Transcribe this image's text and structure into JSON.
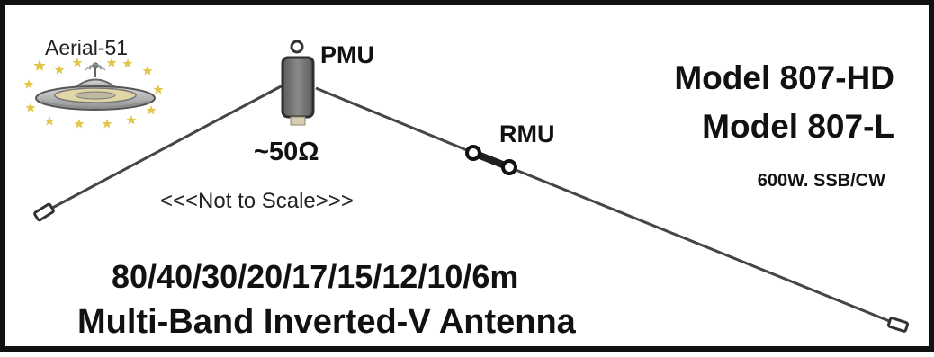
{
  "logo": {
    "text": "Aerial-51"
  },
  "components": {
    "pmu": "PMU",
    "rmu": "RMU",
    "impedance": "~50Ω"
  },
  "note": {
    "scale": "<<<Not to Scale>>>"
  },
  "models": {
    "primary": "Model 807-HD",
    "secondary": "Model 807-L",
    "power": "600W. SSB/CW"
  },
  "bands": {
    "text": "80/40/30/20/17/15/12/10/6m"
  },
  "title": {
    "text": "Multi-Band Inverted-V Antenna"
  },
  "colors": {
    "wire": "#454545",
    "pmu_body": "#757575",
    "connector": "#d8cfb3",
    "stars": "#e3c54a",
    "ufo_gray": "#a7a7a7"
  },
  "icons": {
    "logo": "flying-saucer-icon",
    "insulator": "end-insulator-icon"
  }
}
